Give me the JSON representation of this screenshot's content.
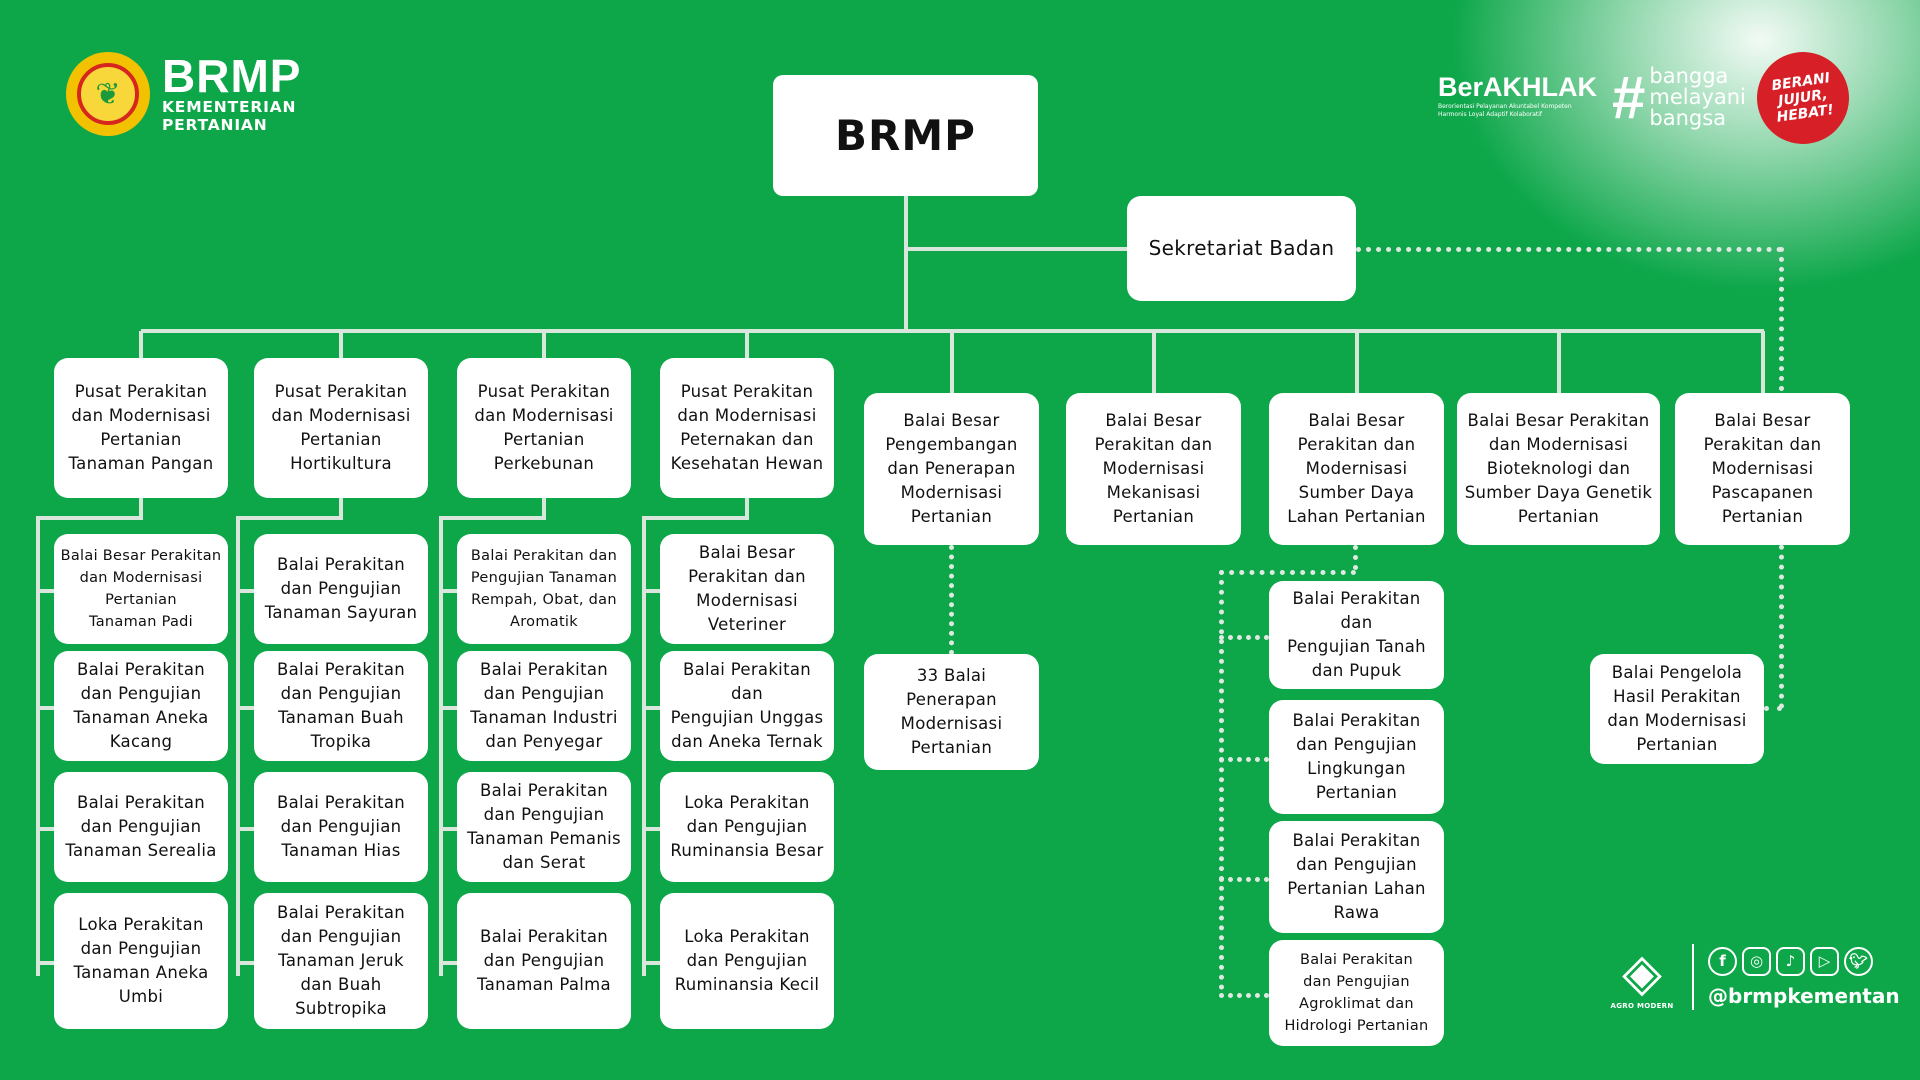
{
  "header": {
    "logo_title": "BRMP",
    "logo_subtitle_1": "KEMENTERIAN",
    "logo_subtitle_2": "PERTANIAN",
    "berakhlak_title": "BerAKHLAK",
    "berakhlak_sub_1": "Berorientasi Pelayanan Akuntabel Kompeten",
    "berakhlak_sub_2": "Harmonis Loyal Adaptif Kolaboratif",
    "bangga_hash": "#",
    "bangga_text": "bangga\nmelayani\nbangsa",
    "berani_text": "BERANI\nJUJUR,\nHEBAT!"
  },
  "org": {
    "root": "BRMP",
    "secretariat": "Sekretariat Badan",
    "pusat": [
      {
        "label": "Pusat Perakitan\ndan Modernisasi\nPertanian\nTanaman Pangan",
        "children": [
          "Balai Besar Perakitan\ndan Modernisasi\nPertanian\nTanaman Padi",
          "Balai Perakitan\ndan Pengujian\nTanaman Aneka\nKacang",
          "Balai Perakitan\ndan Pengujian\nTanaman Serealia",
          "Loka Perakitan\ndan Pengujian\nTanaman Aneka\nUmbi"
        ]
      },
      {
        "label": "Pusat Perakitan\ndan Modernisasi\nPertanian\nHortikultura",
        "children": [
          "Balai Perakitan\ndan Pengujian\nTanaman Sayuran",
          "Balai Perakitan\ndan Pengujian\nTanaman Buah\nTropika",
          "Balai Perakitan\ndan Pengujian\nTanaman Hias",
          "Balai Perakitan\ndan Pengujian\nTanaman Jeruk\ndan Buah\nSubtropika"
        ]
      },
      {
        "label": "Pusat Perakitan\ndan Modernisasi\nPertanian\nPerkebunan",
        "children": [
          "Balai Perakitan dan\nPengujian Tanaman\nRempah, Obat, dan\nAromatik",
          "Balai Perakitan\ndan Pengujian\nTanaman Industri\ndan Penyegar",
          "Balai Perakitan\ndan Pengujian\nTanaman Pemanis\ndan Serat",
          "Balai Perakitan\ndan Pengujian\nTanaman Palma"
        ]
      },
      {
        "label": "Pusat Perakitan\ndan Modernisasi\nPeternakan dan\nKesehatan Hewan",
        "children": [
          "Balai Besar\nPerakitan dan\nModernisasi\nVeteriner",
          "Balai Perakitan dan\nPengujian Unggas\ndan Aneka Ternak",
          "Loka Perakitan\ndan Pengujian\nRuminansia Besar",
          "Loka Perakitan\ndan Pengujian\nRuminansia Kecil"
        ]
      }
    ],
    "balai_besar": [
      {
        "label": "Balai Besar\nPengembangan\ndan Penerapan\nModernisasi\nPertanian",
        "children": [
          "33 Balai\nPenerapan\nModernisasi\nPertanian"
        ]
      },
      {
        "label": "Balai Besar\nPerakitan dan\nModernisasi\nMekanisasi\nPertanian",
        "children": []
      },
      {
        "label": "Balai Besar\nPerakitan dan\nModernisasi\nSumber Daya\nLahan Pertanian",
        "children": [
          "Balai Perakitan dan\nPengujian Tanah\ndan Pupuk",
          "Balai Perakitan\ndan Pengujian\nLingkungan\nPertanian",
          "Balai Perakitan\ndan Pengujian\nPertanian Lahan\nRawa",
          "Balai Perakitan\ndan Pengujian\nAgroklimat dan\nHidrologi Pertanian"
        ]
      },
      {
        "label": "Balai Besar Perakitan\ndan Modernisasi\nBioteknologi dan\nSumber Daya Genetik\nPertanian",
        "children": []
      },
      {
        "label": "Balai Besar\nPerakitan dan\nModernisasi\nPascapanen\nPertanian",
        "children": []
      }
    ],
    "secretariat_child": "Balai Pengelola\nHasil Perakitan\ndan Modernisasi\nPertanian"
  },
  "footer": {
    "agro_label": "AGRO MODERN",
    "social_icons": [
      "facebook-icon",
      "instagram-icon",
      "tiktok-icon",
      "youtube-icon",
      "twitter-icon"
    ],
    "handle": "@brmpkementan"
  },
  "colors": {
    "background": "#0da74a",
    "box": "#ffffff",
    "accent_red": "#d71f27",
    "emblem_yellow": "#f2c200"
  }
}
